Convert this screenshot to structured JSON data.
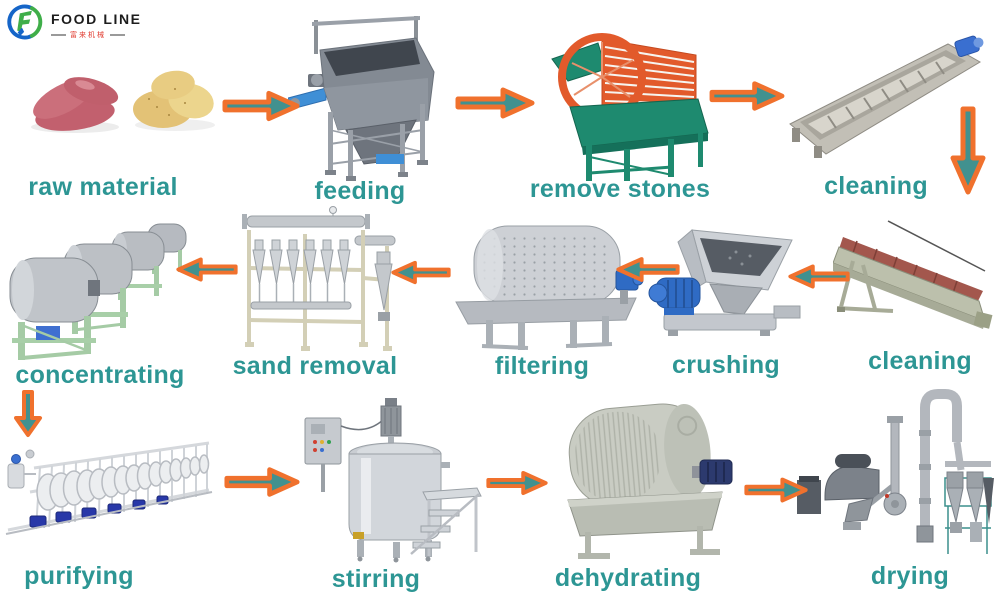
{
  "page": {
    "background": "#ffffff"
  },
  "logo": {
    "brand": "FOOD LINE",
    "subtitle": "富来机械",
    "icon": "foodline-ring-logo",
    "colors": {
      "ring_blue": "#1565c8",
      "ring_green": "#3fae49",
      "brand_text": "#1d1d1d",
      "subtitle_red": "#e03a2e"
    }
  },
  "diagram": {
    "type": "process-flow",
    "title": "potato starch processing line flow",
    "label_color": "#2d9694",
    "arrow": {
      "fill": "#41918f",
      "outline": "#f0712d"
    },
    "stages": [
      {
        "id": "raw-material",
        "label": "raw material",
        "row": 1
      },
      {
        "id": "feeding",
        "label": "feeding",
        "row": 1
      },
      {
        "id": "remove-stones",
        "label": "remove stones",
        "row": 1
      },
      {
        "id": "cleaning-1",
        "label": "cleaning",
        "row": 1
      },
      {
        "id": "cleaning-2",
        "label": "cleaning",
        "row": 2
      },
      {
        "id": "crushing",
        "label": "crushing",
        "row": 2
      },
      {
        "id": "filtering",
        "label": "filtering",
        "row": 2
      },
      {
        "id": "sand-removal",
        "label": "sand removal",
        "row": 2
      },
      {
        "id": "concentrating",
        "label": "concentrating",
        "row": 2
      },
      {
        "id": "purifying",
        "label": "purifying",
        "row": 3
      },
      {
        "id": "stirring",
        "label": "stirring",
        "row": 3
      },
      {
        "id": "dehydrating",
        "label": "dehydrating",
        "row": 3
      },
      {
        "id": "drying",
        "label": "drying",
        "row": 3
      }
    ],
    "arrows": [
      {
        "from": "raw-material",
        "to": "feeding",
        "direction": "right"
      },
      {
        "from": "feeding",
        "to": "remove-stones",
        "direction": "right"
      },
      {
        "from": "remove-stones",
        "to": "cleaning-1",
        "direction": "right"
      },
      {
        "from": "cleaning-1",
        "to": "cleaning-2",
        "direction": "down"
      },
      {
        "from": "cleaning-2",
        "to": "crushing",
        "direction": "left"
      },
      {
        "from": "crushing",
        "to": "filtering",
        "direction": "left"
      },
      {
        "from": "filtering",
        "to": "sand-removal",
        "direction": "left"
      },
      {
        "from": "sand-removal",
        "to": "concentrating",
        "direction": "left"
      },
      {
        "from": "concentrating",
        "to": "purifying",
        "direction": "down"
      },
      {
        "from": "purifying",
        "to": "stirring",
        "direction": "right"
      },
      {
        "from": "stirring",
        "to": "dehydrating",
        "direction": "right"
      },
      {
        "from": "dehydrating",
        "to": "drying",
        "direction": "right"
      }
    ]
  }
}
